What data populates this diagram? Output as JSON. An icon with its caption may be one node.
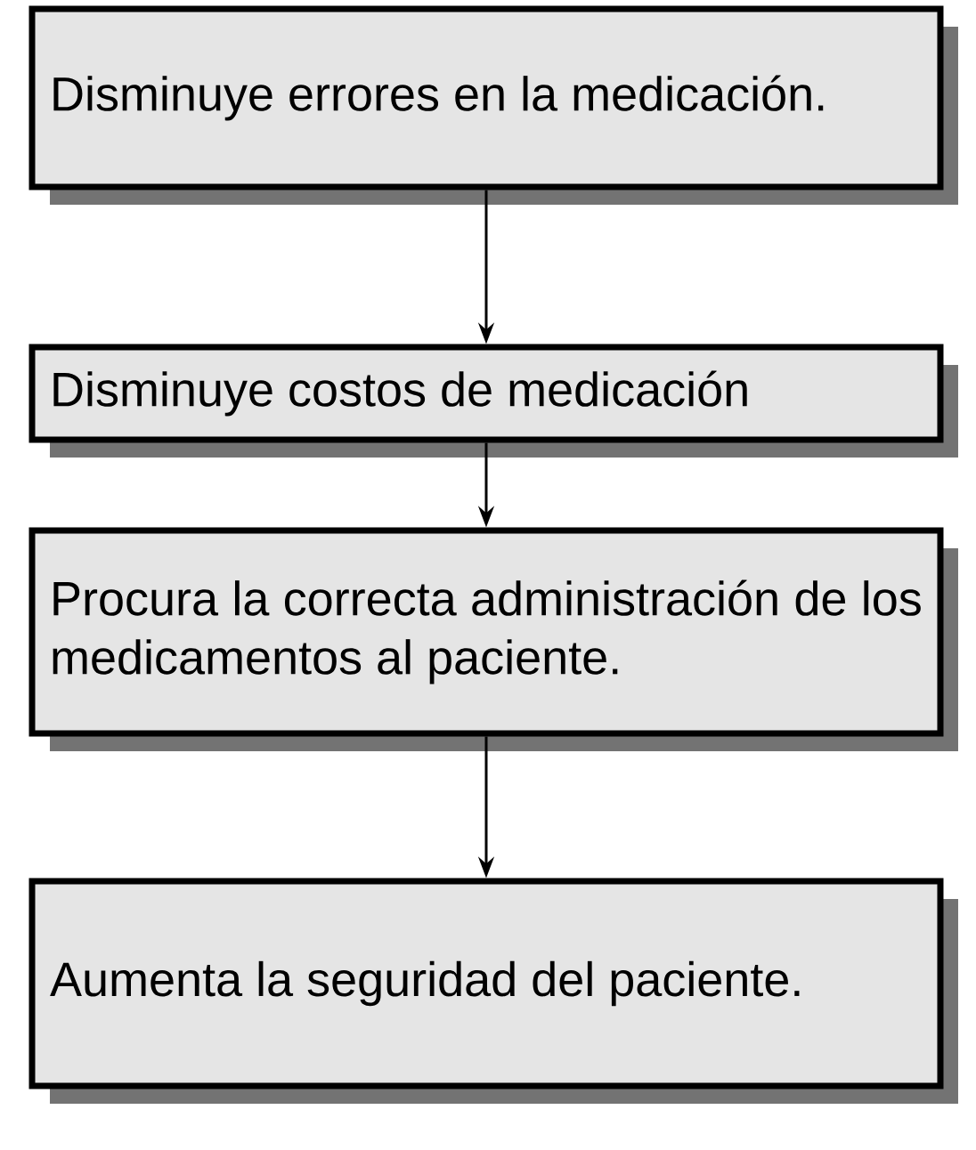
{
  "diagram": {
    "nodes": [
      {
        "text": [
          "Disminuye errores en la medicación."
        ]
      },
      {
        "text": [
          "Disminuye costos de medicación"
        ]
      },
      {
        "text": [
          "Procura la correcta administración de los medicamentos al paciente."
        ]
      },
      {
        "text": [
          "Aumenta la seguridad del paciente."
        ]
      }
    ],
    "edges": [
      {
        "from": 0,
        "to": 1,
        "arrow": "to"
      },
      {
        "from": 1,
        "to": 2,
        "arrow": "to"
      },
      {
        "from": 2,
        "to": 3,
        "arrow": "to"
      }
    ]
  }
}
